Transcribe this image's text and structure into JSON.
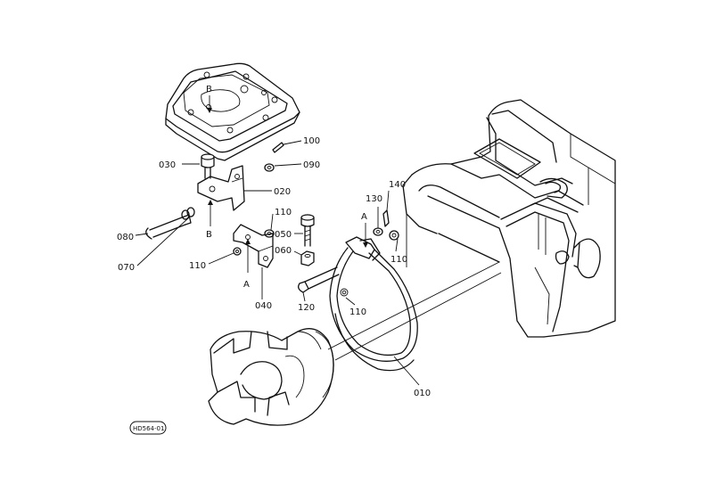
{
  "parts": {
    "p010": "010",
    "p020": "020",
    "p030": "030",
    "p040": "040",
    "p050": "050",
    "p060": "060",
    "p070": "070",
    "p080": "080",
    "p090": "090",
    "p100": "100",
    "p110a": "110",
    "p110b": "110",
    "p110c": "110",
    "p110d": "110",
    "p120": "120",
    "p130": "130",
    "p140": "140"
  },
  "markers": {
    "b_top": "B",
    "b_bottom": "B",
    "a_left": "A",
    "a_right": "A"
  },
  "drawing_code": "HD564-01"
}
